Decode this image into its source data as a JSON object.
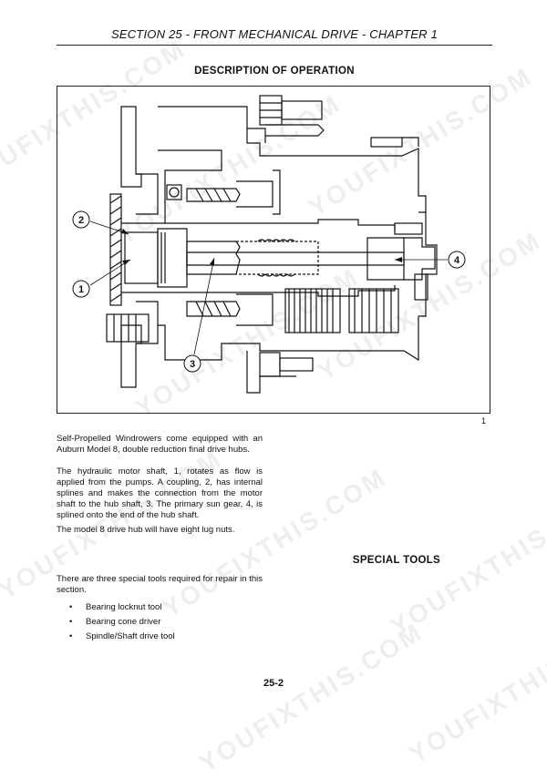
{
  "header": {
    "section": "SECTION 25 - FRONT MECHANICAL DRIVE - CHAPTER 1"
  },
  "description": {
    "title": "DESCRIPTION OF OPERATION",
    "figure_number": "1",
    "callouts": [
      "1",
      "2",
      "3",
      "4"
    ],
    "paragraphs": [
      "Self-Propelled Windrowers come equipped with an Auburn Model 8, double reduction final drive hubs.",
      "The hydraulic motor shaft, 1, rotates as flow is applied from the pumps. A coupling, 2, has internal splines and makes the connection from the motor shaft to the hub shaft, 3. The primary sun gear, 4, is splined onto the end of the hub shaft.",
      "The model 8 drive hub will have eight lug nuts."
    ]
  },
  "special_tools": {
    "title": "SPECIAL TOOLS",
    "intro": "There are three special tools required for repair in this section.",
    "items": [
      "Bearing locknut tool",
      "Bearing cone driver",
      "Spindle/Shaft drive tool"
    ]
  },
  "footer": {
    "page_number": "25-2"
  },
  "watermark": {
    "text": "YOUFIXTHIS.COM"
  }
}
